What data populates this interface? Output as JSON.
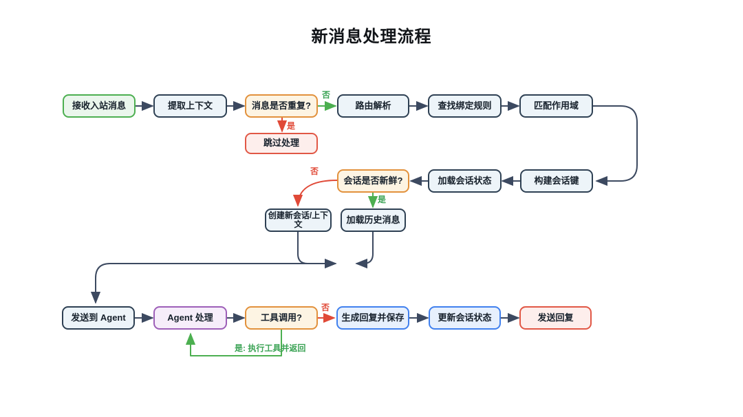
{
  "title": "新消息处理流程",
  "colors": {
    "dark_border": "#2E4053",
    "dark_fill": "#EDF4F9",
    "green": "#4CAF50",
    "green_fill": "#EAF6EC",
    "orange": "#E2913C",
    "orange_fill": "#FDF4E3",
    "red": "#E15745",
    "red_fill": "#FDEEEC",
    "purple": "#9D5EB8",
    "purple_fill": "#F6EDFA",
    "blue": "#4080EE",
    "blue_fill": "#E7F0FD",
    "arrow": "#3C4960",
    "text": "#16202B"
  },
  "nodes": [
    {
      "label": "接收入站消息"
    },
    {
      "label": "提取上下文"
    },
    {
      "label": "消息是否重复?"
    },
    {
      "label": "跳过处理"
    },
    {
      "label": "路由解析"
    },
    {
      "label": "查找绑定规则"
    },
    {
      "label": "匹配作用域"
    },
    {
      "label": "构建会话键"
    },
    {
      "label": "加载会话状态"
    },
    {
      "label": "会话是否新鲜?"
    },
    {
      "label": "创建新会话/上下文"
    },
    {
      "label": "加载历史消息"
    },
    {
      "label": "发送到 Agent"
    },
    {
      "label": "Agent 处理"
    },
    {
      "label": "工具调用?"
    },
    {
      "label": "生成回复并保存"
    },
    {
      "label": "更新会话状态"
    },
    {
      "label": "发送回复"
    }
  ],
  "edge_labels": {
    "dup_no": "否",
    "dup_yes": "是",
    "fresh_no": "否",
    "fresh_yes": "是",
    "tool_no": "否",
    "tool_yes": "是: 执行工具并返回"
  }
}
